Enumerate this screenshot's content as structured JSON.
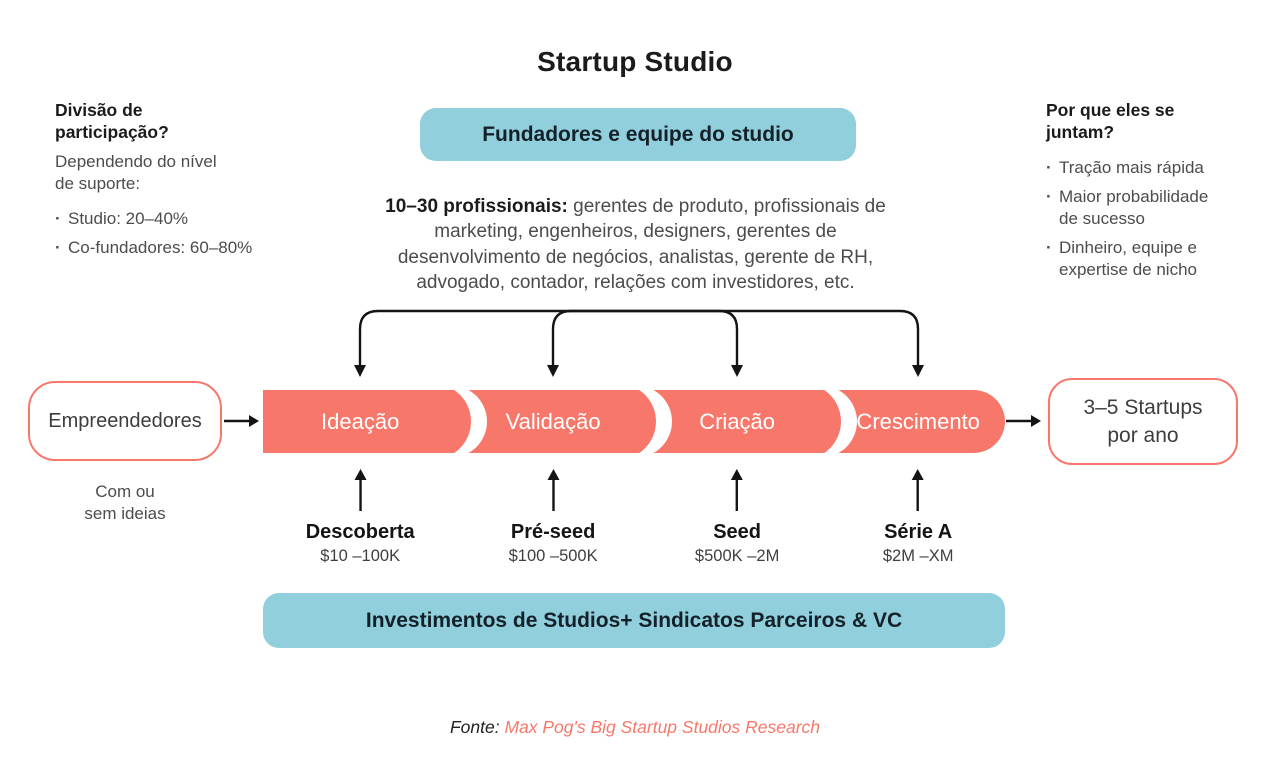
{
  "title": "Startup Studio",
  "colors": {
    "coral": "#F7786B",
    "teal": "#90CFDB",
    "ink": "#1C1C1C",
    "body_text": "#4C4C4C"
  },
  "equity_panel": {
    "heading": "Divisão de participação?",
    "subheading": "Dependendo do nível de suporte:",
    "bullets": [
      "Studio: 20–40%",
      "Co-fundadores: 60–80%"
    ]
  },
  "founders_box": {
    "label": "Fundadores e equipe do studio"
  },
  "team_description": {
    "lead": "10–30 profissionais:",
    "rest": " gerentes de produto, profissionais de marketing, engenheiros, designers, gerentes de desenvolvimento de negócios, analistas, gerente de RH, advogado, contador, relações com investidores, etc."
  },
  "why_join_panel": {
    "heading": "Por que eles se juntam?",
    "bullets": [
      "Tração mais rápida",
      "Maior probabilidade de sucesso",
      "Dinheiro, equipe e expertise de nicho"
    ]
  },
  "pipeline": {
    "entry_label": "Empreendedores",
    "entry_caption": "Com ou sem ideias",
    "stages": [
      "Ideação",
      "Validação",
      "Criação",
      "Crescimento"
    ],
    "output_label": "3–5 Startups por ano"
  },
  "funding_rounds": [
    {
      "name": "Descoberta",
      "amount": "$10 –100K"
    },
    {
      "name": "Pré-seed",
      "amount": "$100 –500K"
    },
    {
      "name": "Seed",
      "amount": "$500K –2M"
    },
    {
      "name": "Série A",
      "amount": "$2M –XM"
    }
  ],
  "investments_box": {
    "label": "Investimentos de Studios+ Sindicatos Parceiros & VC"
  },
  "footer": {
    "prefix": "Fonte:",
    "source": "Max Pog's Big Startup Studios Research"
  }
}
